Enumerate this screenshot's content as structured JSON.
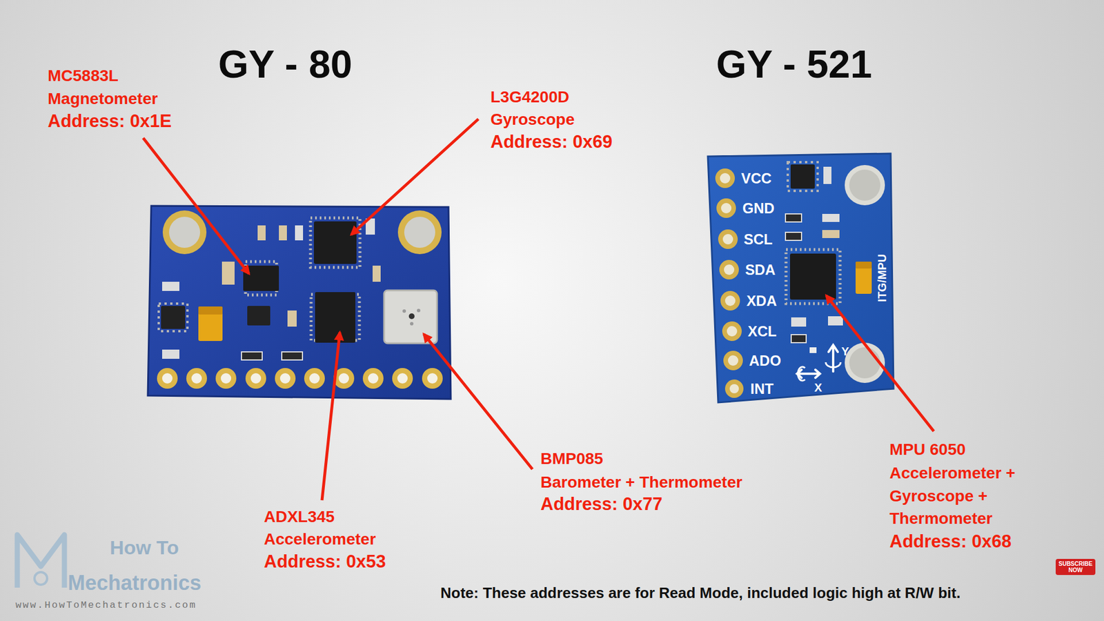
{
  "diagram": {
    "nodes": [
      {
        "text": [
          "GY - 80"
        ]
      },
      {
        "text": [
          "GY - 521"
        ]
      },
      {
        "text": [
          "SUBSCRIBE NOW"
        ]
      }
    ],
    "labels": [
      "MC5883L",
      "Magnetometer",
      "Address: 0x1E",
      "L3G4200D",
      "Gyroscope",
      "Address: 0x69",
      "VCC",
      "GND",
      "SCL",
      "SDA",
      "XDA",
      "XCL",
      "ADO",
      "INT",
      "ITG/MPU",
      "Y",
      "X",
      "MPU 6050",
      "Accelerometer +",
      "Gyroscope +",
      "Thermometer",
      "Address: 0x68",
      "BMP085",
      "Barometer + Thermometer",
      "Address: 0x77",
      "ADXL345",
      "Accelerometer",
      "Address: 0x53",
      "How To",
      "Mechatronics",
      "www.HowToMechatronics.com",
      "Note: These addresses are for Read Mode, included logic high at R/W bit."
    ]
  }
}
